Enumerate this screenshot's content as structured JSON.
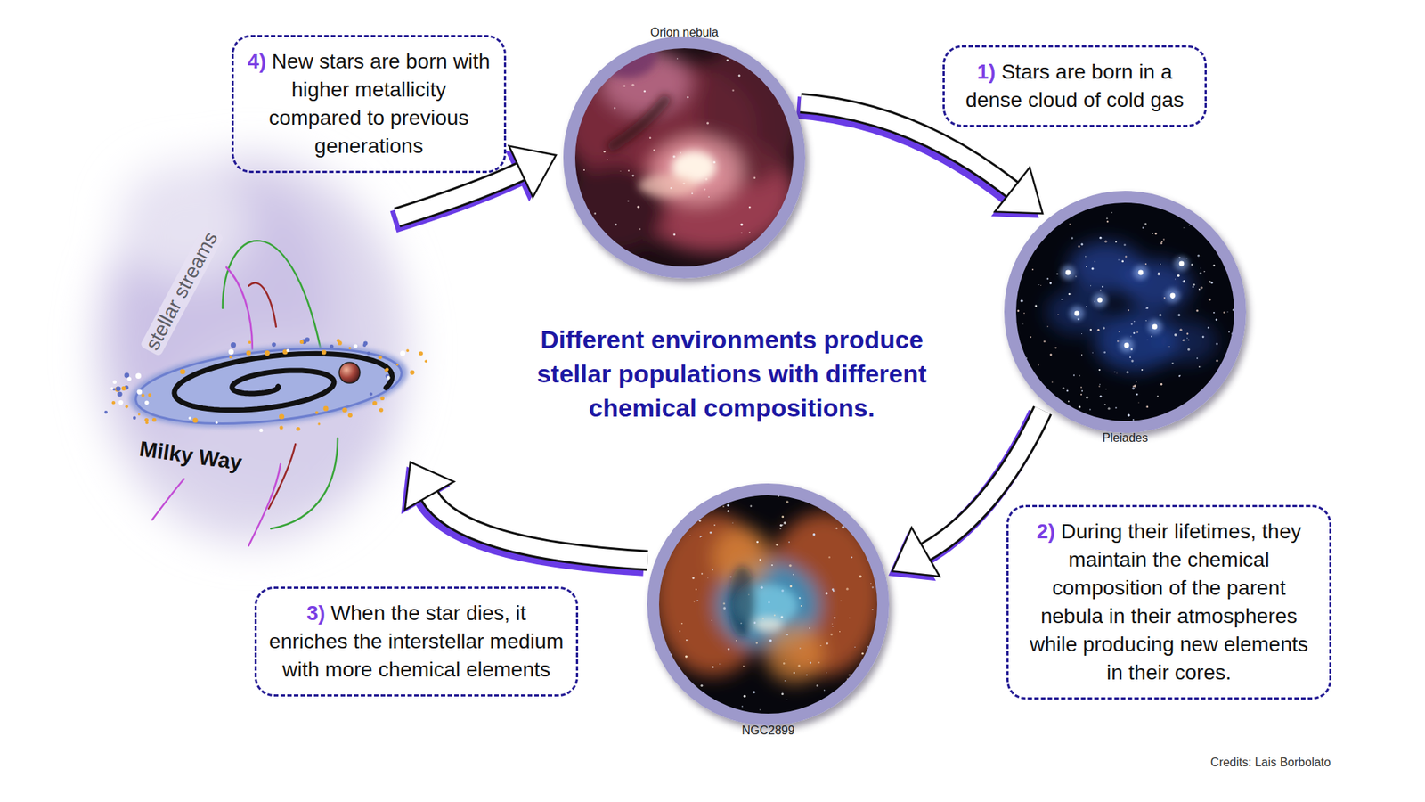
{
  "diagram": {
    "title": "Different environments produce stellar populations with different chemical compositions.",
    "nodes": [
      {
        "text": [
          "4)",
          "New stars are born with higher metallicity compared to previous generations"
        ]
      },
      {
        "text": [
          "Orion nebula"
        ]
      },
      {
        "text": [
          "1)",
          "Stars are born in a dense cloud of cold gas"
        ]
      },
      {
        "text": [
          "stellar streams",
          "Milky Way"
        ]
      },
      {
        "text": [
          "Pleiades"
        ]
      },
      {
        "text": [
          "3)",
          "When the star dies, it enriches the interstellar medium with more chemical elements"
        ]
      },
      {
        "text": [
          "NGC2899"
        ]
      },
      {
        "text": [
          "2)",
          "During their lifetimes, they maintain the chemical composition of the parent nebula in their atmospheres while producing new elements in their cores."
        ]
      }
    ],
    "edges": [
      {
        "from": 1,
        "to": 4,
        "arrow": "to"
      },
      {
        "from": 4,
        "to": 6,
        "arrow": "to"
      },
      {
        "from": 6,
        "to": 3,
        "arrow": "to"
      },
      {
        "from": 3,
        "to": 1,
        "arrow": "to"
      }
    ],
    "labels": [
      "Credits: Lais Borbolato"
    ]
  }
}
